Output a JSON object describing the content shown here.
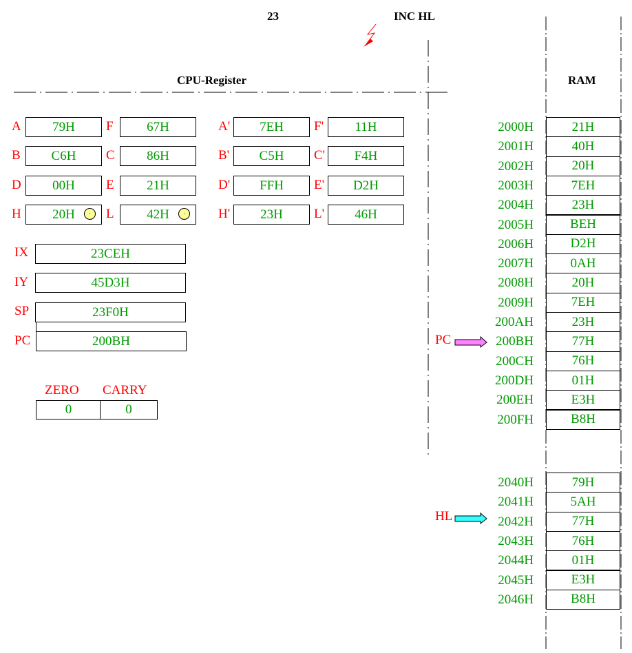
{
  "header": {
    "step": "23",
    "instruction": "INC HL"
  },
  "cpu": {
    "title": "CPU-Register",
    "main_registers": [
      {
        "label": "A",
        "value": "79H"
      },
      {
        "label": "F",
        "value": "67H"
      },
      {
        "label": "B",
        "value": "C6H"
      },
      {
        "label": "C",
        "value": "86H"
      },
      {
        "label": "D",
        "value": "00H"
      },
      {
        "label": "E",
        "value": "21H"
      },
      {
        "label": "H",
        "value": "20H"
      },
      {
        "label": "L",
        "value": "42H"
      }
    ],
    "alt_registers": [
      {
        "label": "A'",
        "value": "7EH"
      },
      {
        "label": "F'",
        "value": "11H"
      },
      {
        "label": "B'",
        "value": "C5H"
      },
      {
        "label": "C'",
        "value": "F4H"
      },
      {
        "label": "D'",
        "value": "FFH"
      },
      {
        "label": "E'",
        "value": "D2H"
      },
      {
        "label": "H'",
        "value": "23H"
      },
      {
        "label": "L'",
        "value": "46H"
      }
    ],
    "wide_registers": [
      {
        "label": "IX",
        "value": "23CEH"
      },
      {
        "label": "IY",
        "value": "45D3H"
      },
      {
        "label": "SP",
        "value": "23F0H"
      },
      {
        "label": "PC",
        "value": "200BH"
      }
    ],
    "flags": [
      {
        "label": "ZERO",
        "value": "0"
      },
      {
        "label": "CARRY",
        "value": "0"
      }
    ],
    "active_indicator": "H,L"
  },
  "ram": {
    "title": "RAM",
    "block1": [
      {
        "addr": "2000H",
        "value": "21H"
      },
      {
        "addr": "2001H",
        "value": "40H"
      },
      {
        "addr": "2002H",
        "value": "20H"
      },
      {
        "addr": "2003H",
        "value": "7EH"
      },
      {
        "addr": "2004H",
        "value": "23H"
      },
      {
        "addr": "2005H",
        "value": "BEH"
      },
      {
        "addr": "2006H",
        "value": "D2H"
      },
      {
        "addr": "2007H",
        "value": "0AH"
      },
      {
        "addr": "2008H",
        "value": "20H"
      },
      {
        "addr": "2009H",
        "value": "7EH"
      },
      {
        "addr": "200AH",
        "value": "23H"
      },
      {
        "addr": "200BH",
        "value": "77H"
      },
      {
        "addr": "200CH",
        "value": "76H"
      },
      {
        "addr": "200DH",
        "value": "01H"
      },
      {
        "addr": "200EH",
        "value": "E3H"
      },
      {
        "addr": "200FH",
        "value": "B8H"
      }
    ],
    "block2": [
      {
        "addr": "2040H",
        "value": "79H"
      },
      {
        "addr": "2041H",
        "value": "5AH"
      },
      {
        "addr": "2042H",
        "value": "77H"
      },
      {
        "addr": "2043H",
        "value": "76H"
      },
      {
        "addr": "2044H",
        "value": "01H"
      },
      {
        "addr": "2045H",
        "value": "E3H"
      },
      {
        "addr": "2046H",
        "value": "B8H"
      }
    ]
  },
  "pointers": {
    "pc": {
      "label": "PC",
      "target": "200BH",
      "color": "#ff80ff"
    },
    "hl": {
      "label": "HL",
      "target": "2042H",
      "color": "#33ffff"
    }
  },
  "colors": {
    "label": "#ff0000",
    "value": "#009900",
    "lightning": "#ff0000",
    "indicator": "#ffff99"
  }
}
